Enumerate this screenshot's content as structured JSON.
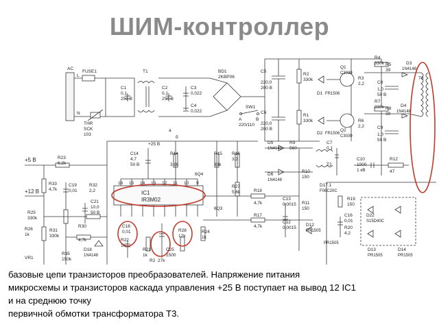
{
  "title": "ШИМ-контроллер",
  "colors": {
    "title": "#8a8a8a",
    "highlight": "#c0392b",
    "wire": "#333333"
  },
  "schematic": {
    "labels": {
      "ac": "AC",
      "l": "L",
      "n": "N",
      "fuse": "FUSE1",
      "t1": "T1",
      "c1": "C1",
      "c1v": "0,1",
      "c1r": "250 В",
      "c2": "C2",
      "c2v": "0,1",
      "c2r": "250 В",
      "c3": "C3",
      "c3v": "0,022",
      "c4": "C4",
      "c4v": "0,022",
      "thr": "THR",
      "sck": "SCK",
      "thr_v": "103",
      "bd1": "BD1",
      "bd1p": "2KBP06",
      "sw1": "SW1",
      "a": "A",
      "b": "B",
      "sw_v": "220/110",
      "c5": "C5",
      "c5v": "220,0",
      "c5r": "200 В",
      "c6": "C6",
      "c6v": "220,0",
      "c6r": "200 В",
      "r2": "R2",
      "r2v": "330k",
      "r1": "R1",
      "r1v": "330k",
      "d1": "D1",
      "d1p": "FR1506",
      "d2": "D2",
      "d2p": "FR1506",
      "q1": "Q1",
      "q1p": "C3039",
      "q2": "Q2",
      "q2p": "C3039",
      "r3": "R3",
      "r3v": "2,2",
      "r6": "R6",
      "r6v": "2,2",
      "r4": "R4",
      "r4v": "330k",
      "r7": "R7",
      "r7v": "330k",
      "r5": "R5",
      "r5v": "39",
      "r8": "R8",
      "r8v": "39",
      "d3": "D3",
      "d3p": "1N4148",
      "d4": "D4",
      "d4p": "1N4148",
      "c8": "C8",
      "c8v": "1,0",
      "c8r": "50 В",
      "c9": "C9",
      "c9v": "1,0",
      "c9r": "50 В",
      "t3": "T3",
      "d5": "D5",
      "d5p": "1N4148",
      "r9": "R9",
      "r9v": "560",
      "c7": "C7",
      "c7v": "0,1",
      "t2": "T2",
      "d6": "D6",
      "d6p": "1N4148",
      "c10": "C10",
      "c10v": "1000",
      "c10r": "1 кВ",
      "r12": "R12",
      "r12v": "47",
      "plus25": "+25 В",
      "a_lbl": "a",
      "b_lbl": "б",
      "c14": "C14",
      "c14v": "4,7",
      "c14r": "50 В",
      "r14": "R14",
      "r14v": "3,9k",
      "r15": "R15",
      "r15v": "33k",
      "r16": "R16",
      "r16v": "3,3",
      "q4": "6Q4",
      "q3": "6Q3",
      "r27": "R27",
      "r27v": "5,6k",
      "plus5": "+5 В",
      "r23": "R23",
      "r23v": "6,2k",
      "r33": "R33",
      "r33v": "4,7k",
      "c19": "C19",
      "c19v": "0,01",
      "r32": "R32",
      "r32v": "2,2",
      "plus12": "+12 В",
      "c21": "C21",
      "c21v": "10,0",
      "c21r": "50 В",
      "ic1": "IC1",
      "ic1p": "IR3M02",
      "pins_top": [
        "16",
        "15",
        "14",
        "13",
        "12",
        "11",
        "10",
        "9"
      ],
      "r25": "R25",
      "r25v": "330k",
      "r26": "R26",
      "r26v": "1k",
      "r31": "R31",
      "r31v": "330k",
      "r30": "R30",
      "r30v": "4,7k",
      "vr1": "VR1",
      "r35": "R35",
      "r35v": "150k",
      "d18": "D18",
      "d18p": "1N4148",
      "c18": "C18",
      "c18v": "0,01",
      "r22": "R22",
      "r22v": "1k",
      "r21": "R21",
      "r21v": "1k",
      "r2b": "R2",
      "r2bv": "27k",
      "c25": "C25",
      "c25v": "1500",
      "r28": "R28",
      "r28v": "12k",
      "r24": "R24",
      "r24v": "1k",
      "r18": "R18",
      "r18v": "4,7k",
      "r17": "R17",
      "r17v": "4,7k",
      "r10": "R10",
      "r10v": "150",
      "r11": "R11",
      "r11v": "150",
      "c13": "C13",
      "c13v": "0,0015",
      "c12": "C12",
      "c12v": "0,0015",
      "d17": "D17.1",
      "d17p": "F06C20C",
      "r19": "R19",
      "r19v": "150",
      "c16": "C16",
      "c16v": "0,01",
      "r20": "R20",
      "r20v": "4,2",
      "d12": "D12",
      "d12p": "PR1505",
      "d22": "D22",
      "d22p": "S15D40C",
      "d13": "D13",
      "d13p": "PR1505",
      "d14": "D14",
      "d14p": "PR1505",
      "pr": "PR1505"
    }
  },
  "caption": {
    "line1": "базовые цепи транзисторов преобразователей. Напряжение питания",
    "line2": "микросхемы и транзисторов каскада управления +25 В поступает на вывод 12 IC1",
    "line3": "и на среднюю точку",
    "line4": "первичной обмотки трансформатора Т3."
  }
}
